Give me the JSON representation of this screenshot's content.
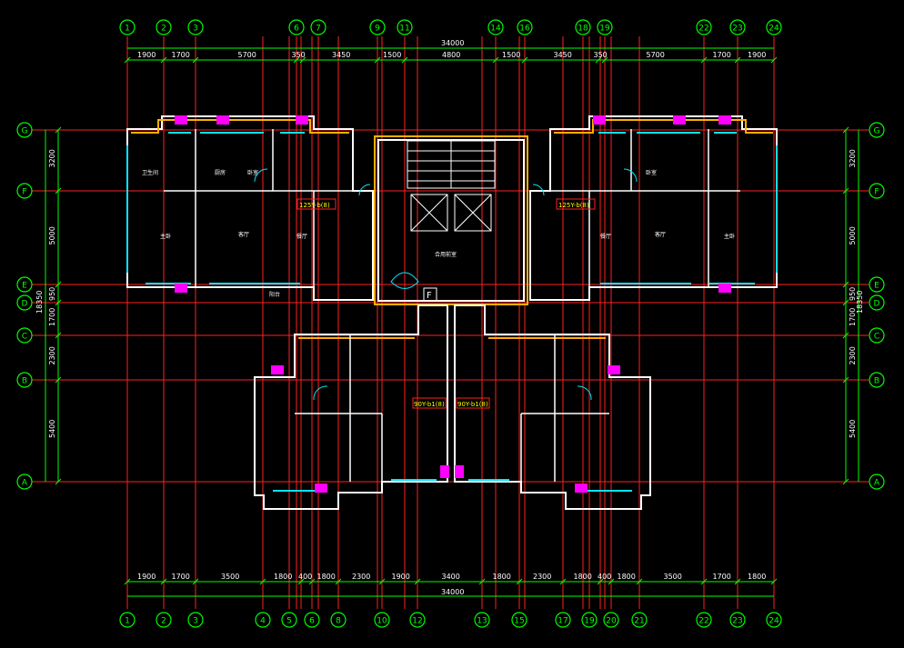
{
  "drawing": {
    "colors": {
      "background": "#000000",
      "axis_line": "#ff2020",
      "dimension": "#00ff00",
      "wall": "#ffffff",
      "wall_fill": "#ffb000",
      "window": "#00e5ff",
      "fixture": "#ff00ff",
      "text": "#ffff00",
      "label": "#ffffff"
    },
    "top_bubbles": [
      "1",
      "2",
      "3",
      "6",
      "7",
      "9",
      "11",
      "14",
      "16",
      "18",
      "19",
      "22",
      "23",
      "24"
    ],
    "bottom_bubbles": [
      "1",
      "2",
      "3",
      "4",
      "5",
      "6",
      "8",
      "10",
      "12",
      "13",
      "15",
      "17",
      "19",
      "20",
      "21",
      "22",
      "23",
      "24"
    ],
    "side_bubbles": [
      "G",
      "F",
      "E",
      "D",
      "C",
      "B",
      "A"
    ],
    "top_total": "34000",
    "bottom_total": "34000",
    "top_dims": [
      "1900",
      "1700",
      "5700",
      "350",
      "3450",
      "1500",
      "4800",
      "1500",
      "3450",
      "350",
      "5700",
      "1700",
      "1900"
    ],
    "bottom_dims": [
      "1900",
      "1700",
      "3500",
      "1800",
      "400",
      "1800",
      "2300",
      "1900",
      "3400",
      "1800",
      "2300",
      "1800",
      "400",
      "1800",
      "3500",
      "1700",
      "1800"
    ],
    "left_dims": [
      "3200",
      "5000",
      "950",
      "1700",
      "2300",
      "5400"
    ],
    "right_dims": [
      "3200",
      "5000",
      "950",
      "1700",
      "2300",
      "5400"
    ],
    "side_total": "18350",
    "unit_tags": [
      "125Y-b(8)",
      "125Y-b(8)",
      "90Y-b1(8)",
      "90Y-b1(8)"
    ],
    "room_labels": [
      "客厅",
      "卧室",
      "主卧",
      "餐厅",
      "厨房",
      "卫生间",
      "阳台",
      "合用前室",
      "客厅",
      "卧室",
      "主卧",
      "餐厅"
    ],
    "marks": [
      "F"
    ]
  }
}
